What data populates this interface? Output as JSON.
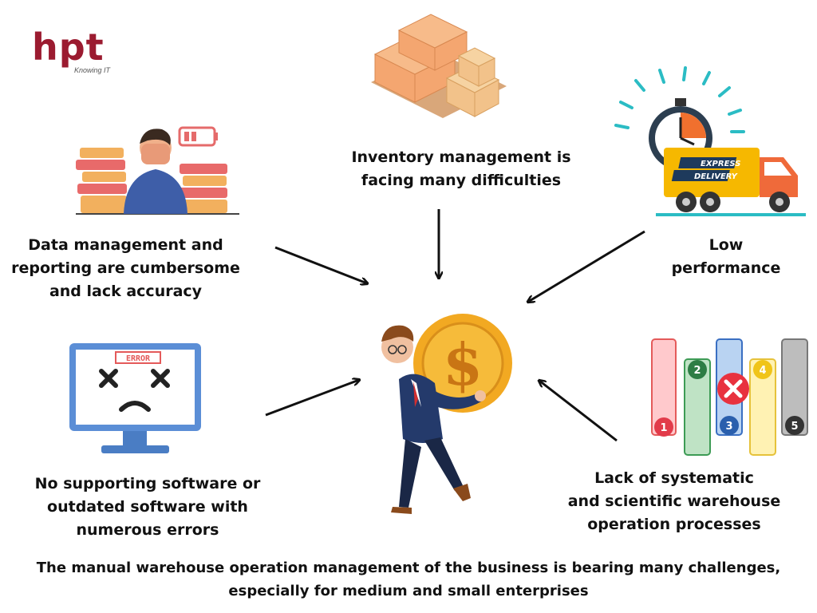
{
  "logo": {
    "text": "hpt",
    "tagline": "Knowing IT",
    "color": "#9b1b30"
  },
  "labels": {
    "inventory": [
      "Inventory management is",
      "facing many difficulties"
    ],
    "data_management": [
      "Data management and",
      "reporting are cumbersome",
      "and lack accuracy"
    ],
    "performance": [
      "Low",
      "performance"
    ],
    "software": [
      "No supporting software or",
      "outdated software with",
      "numerous errors"
    ],
    "processes": [
      "Lack of systematic",
      "and scientific warehouse",
      "operation processes"
    ]
  },
  "illustrations": {
    "error_banner": "ERROR",
    "truck_text_1": "EXPRESS",
    "truck_text_2": "DELIVERY",
    "dollar_sign": "$",
    "process_numbers": [
      "1",
      "2",
      "3",
      "4",
      "5"
    ]
  },
  "caption": [
    "The manual warehouse operation management of the business is bearing many challenges,",
    "especially for medium and small enterprises"
  ]
}
